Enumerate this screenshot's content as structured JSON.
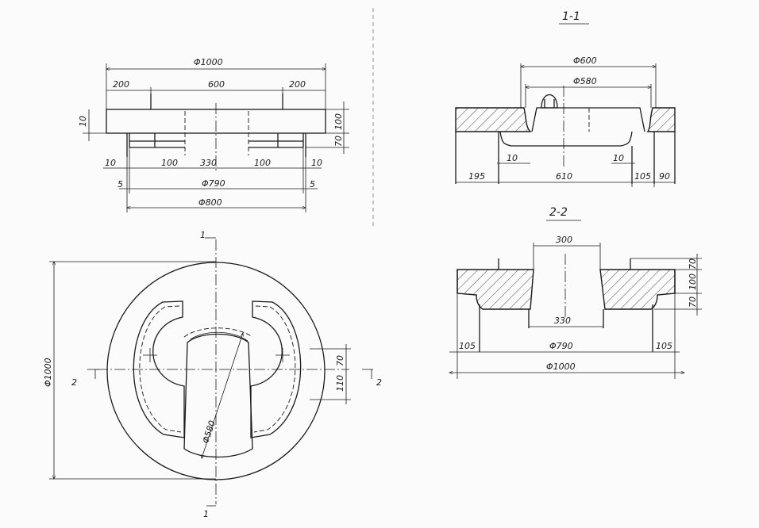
{
  "sections": {
    "s11": "1-1",
    "s22": "2-2"
  },
  "cut_marks": {
    "one": "1",
    "two": "2"
  },
  "plan_top": {
    "overall": "Φ1000",
    "left": "200",
    "middle": "600",
    "right": "200",
    "thick": "10",
    "h100": "100",
    "h70": "70",
    "w10l": "10",
    "w100l": "100",
    "w330": "330",
    "w100r": "100",
    "w10r": "10",
    "w5l": "5",
    "d790": "Φ790",
    "w5r": "5",
    "d800": "Φ800"
  },
  "plan_view": {
    "d1000": "Φ1000",
    "d580": "Φ580",
    "h70": "70",
    "h110": "110"
  },
  "section_11": {
    "d600": "Φ600",
    "d580": "Φ580",
    "w10l": "10",
    "w10r": "10",
    "w195": "195",
    "w610": "610",
    "w105": "105",
    "w90": "90"
  },
  "section_22": {
    "w300": "300",
    "w330": "330",
    "h70a": "70",
    "h100": "100",
    "h70b": "70",
    "w105l": "105",
    "d790": "Φ790",
    "w105r": "105",
    "d1000": "Φ1000"
  }
}
